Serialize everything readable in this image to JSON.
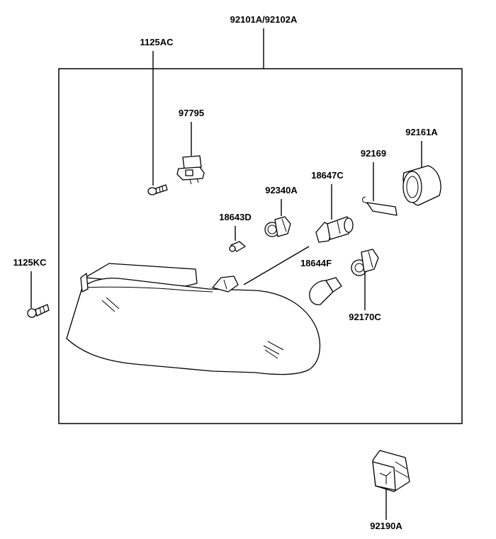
{
  "labels": {
    "assembly": "92101A/92102A",
    "screw_top": "1125AC",
    "screw_side": "1125KC",
    "bracket": "97795",
    "socket_left": "92340A",
    "bulb_small": "18643D",
    "bulb_main": "18647C",
    "wire_clip": "92169",
    "dust_cap": "92161A",
    "bulb_signal": "18644F",
    "socket_right": "92170C",
    "connector": "92190A"
  }
}
